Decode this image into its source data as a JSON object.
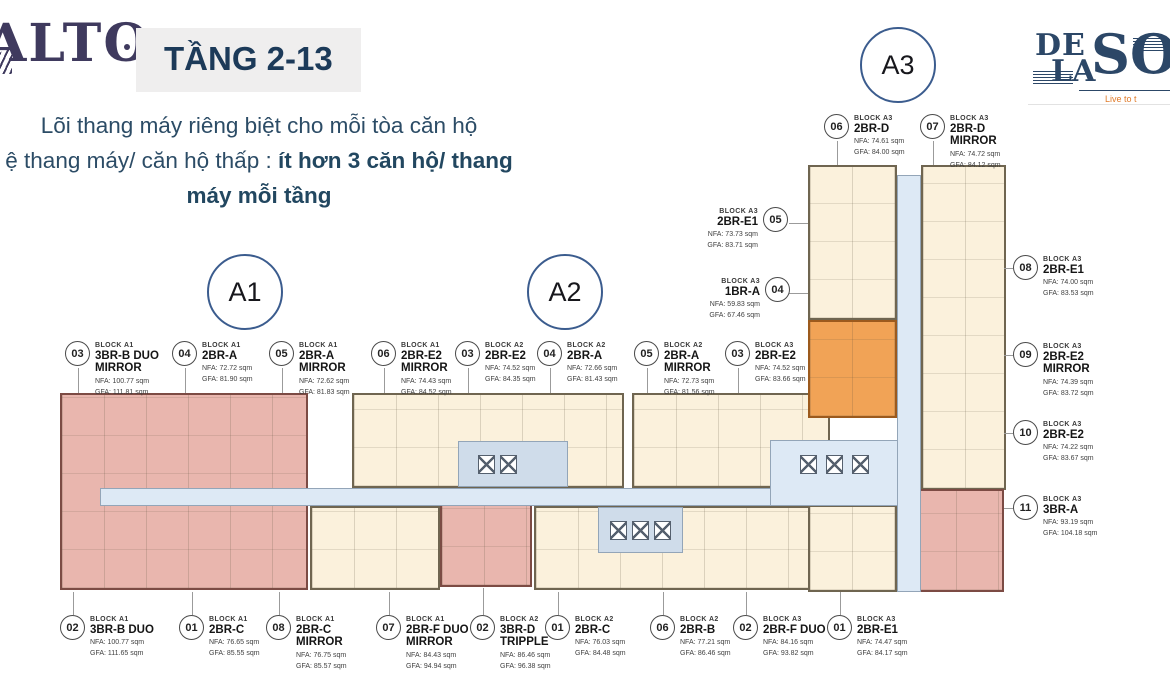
{
  "header": {
    "alto_prefix": "ALT",
    "alto_o": "O",
    "title": "TẦNG 2-13",
    "delasol": {
      "de": "DE",
      "la": "LA",
      "sol": "SOL",
      "tagline": "Live to t"
    }
  },
  "note": {
    "line1": "Lõi thang máy riêng biệt cho mỗi tòa căn hộ",
    "line2_prefix": "ệ thang máy/ căn hộ thấp : ",
    "line2_bold": "ít hơn 3 căn hộ/ thang",
    "line3_bold": "máy mỗi tầng"
  },
  "towers": [
    {
      "label": "A1"
    },
    {
      "label": "A2"
    },
    {
      "label": "A3"
    }
  ],
  "plan_colors": {
    "unit_default": "#FBF1DC",
    "unit_highlight_pink": "#E9B6AE",
    "unit_highlight_orange": "#F1A356",
    "corridor": "#DDE9F5"
  },
  "units": [
    {
      "number": "03",
      "block": "BLOCK A1",
      "type": "3BR-B DUO MIRROR",
      "nfa": "NFA: 100.77 sqm",
      "gfa": "GFA: 111.81 sqm"
    },
    {
      "number": "04",
      "block": "BLOCK A1",
      "type": "2BR-A",
      "nfa": "NFA: 72.72 sqm",
      "gfa": "GFA: 81.90 sqm"
    },
    {
      "number": "05",
      "block": "BLOCK A1",
      "type": "2BR-A MIRROR",
      "nfa": "NFA: 72.62 sqm",
      "gfa": "GFA: 81.83 sqm"
    },
    {
      "number": "06",
      "block": "BLOCK A1",
      "type": "2BR-E2 MIRROR",
      "nfa": "NFA: 74.43 sqm",
      "gfa": "GFA: 84.52 sqm"
    },
    {
      "number": "03",
      "block": "BLOCK A2",
      "type": "2BR-E2",
      "nfa": "NFA: 74.52 sqm",
      "gfa": "GFA: 84.35 sqm"
    },
    {
      "number": "04",
      "block": "BLOCK A2",
      "type": "2BR-A",
      "nfa": "NFA: 72.66 sqm",
      "gfa": "GFA: 81.43 sqm"
    },
    {
      "number": "05",
      "block": "BLOCK A2",
      "type": "2BR-A MIRROR",
      "nfa": "NFA: 72.73 sqm",
      "gfa": "GFA: 81.56 sqm"
    },
    {
      "number": "03",
      "block": "BLOCK A3",
      "type": "2BR-E2",
      "nfa": "NFA: 74.52 sqm",
      "gfa": "GFA: 83.66 sqm"
    },
    {
      "number": "06",
      "block": "BLOCK A3",
      "type": "2BR-D",
      "nfa": "NFA: 74.61 sqm",
      "gfa": "GFA: 84.00 sqm"
    },
    {
      "number": "07",
      "block": "BLOCK A3",
      "type": "2BR-D MIRROR",
      "nfa": "NFA: 74.72 sqm",
      "gfa": "GFA: 84.12 sqm"
    },
    {
      "number": "05",
      "block": "BLOCK A3",
      "type": "2BR-E1",
      "nfa": "NFA: 73.73 sqm",
      "gfa": "GFA: 83.71 sqm"
    },
    {
      "number": "04",
      "block": "BLOCK A3",
      "type": "1BR-A",
      "nfa": "NFA: 59.83 sqm",
      "gfa": "GFA: 67.46 sqm"
    },
    {
      "number": "08",
      "block": "BLOCK A3",
      "type": "2BR-E1",
      "nfa": "NFA: 74.00 sqm",
      "gfa": "GFA: 83.53 sqm"
    },
    {
      "number": "09",
      "block": "BLOCK A3",
      "type": "2BR-E2 MIRROR",
      "nfa": "NFA: 74.39 sqm",
      "gfa": "GFA: 83.72 sqm"
    },
    {
      "number": "10",
      "block": "BLOCK A3",
      "type": "2BR-E2",
      "nfa": "NFA: 74.22 sqm",
      "gfa": "GFA: 83.67 sqm"
    },
    {
      "number": "11",
      "block": "BLOCK A3",
      "type": "3BR-A",
      "nfa": "NFA: 93.19 sqm",
      "gfa": "GFA: 104.18 sqm"
    },
    {
      "number": "02",
      "block": "BLOCK A1",
      "type": "3BR-B DUO",
      "nfa": "NFA: 100.77 sqm",
      "gfa": "GFA: 111.65 sqm"
    },
    {
      "number": "01",
      "block": "BLOCK A1",
      "type": "2BR-C",
      "nfa": "NFA: 76.65 sqm",
      "gfa": "GFA: 85.55 sqm"
    },
    {
      "number": "08",
      "block": "BLOCK A1",
      "type": "2BR-C MIRROR",
      "nfa": "NFA: 76.75 sqm",
      "gfa": "GFA: 85.57 sqm"
    },
    {
      "number": "07",
      "block": "BLOCK A1",
      "type": "2BR-F DUO MIRROR",
      "nfa": "NFA: 84.43 sqm",
      "gfa": "GFA: 94.94 sqm"
    },
    {
      "number": "02",
      "block": "BLOCK A2",
      "type": "3BR-D TRIPPLE",
      "nfa": "NFA: 86.46 sqm",
      "gfa": "GFA: 96.38 sqm"
    },
    {
      "number": "01",
      "block": "BLOCK A2",
      "type": "2BR-C",
      "nfa": "NFA: 76.03 sqm",
      "gfa": "GFA: 84.48 sqm"
    },
    {
      "number": "06",
      "block": "BLOCK A2",
      "type": "2BR-B",
      "nfa": "NFA: 77.21 sqm",
      "gfa": "GFA: 86.46 sqm"
    },
    {
      "number": "02",
      "block": "BLOCK A3",
      "type": "2BR-F DUO",
      "nfa": "NFA: 84.16 sqm",
      "gfa": "GFA: 93.82 sqm"
    },
    {
      "number": "01",
      "block": "BLOCK A3",
      "type": "2BR-E1",
      "nfa": "NFA: 74.47 sqm",
      "gfa": "GFA: 84.17 sqm"
    }
  ]
}
